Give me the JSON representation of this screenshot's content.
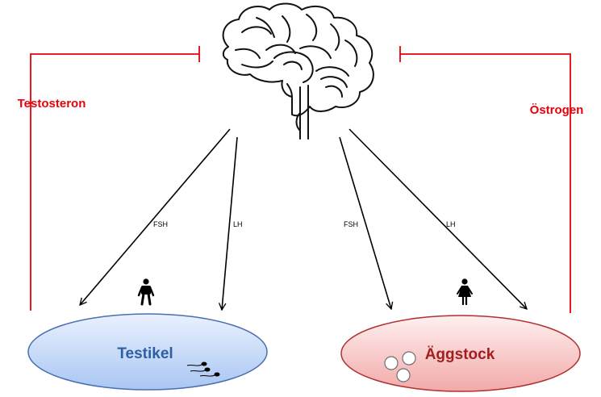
{
  "feedback_left": {
    "label": "Testosteron",
    "color": "#e8000b"
  },
  "feedback_right": {
    "label": "Östrogen",
    "color": "#e8000b"
  },
  "hormones": {
    "left_fsh": "FSH",
    "left_lh": "LH",
    "right_fsh": "FSH",
    "right_lh": "LH"
  },
  "organs": {
    "testis": {
      "label": "Testikel",
      "label_color": "#2e5fa0",
      "fill_top": "#eaf1ff",
      "fill_bottom": "#a9c6f2"
    },
    "ovary": {
      "label": "Äggstock",
      "label_color": "#a11f1f",
      "fill_top": "#fff0f0",
      "fill_bottom": "#f2a9a9"
    }
  },
  "icons": {
    "brain": "brain-icon",
    "male": "male-figure-icon",
    "female": "female-figure-icon",
    "sperm": "sperm-icon",
    "eggs": "egg-cell-icon"
  }
}
